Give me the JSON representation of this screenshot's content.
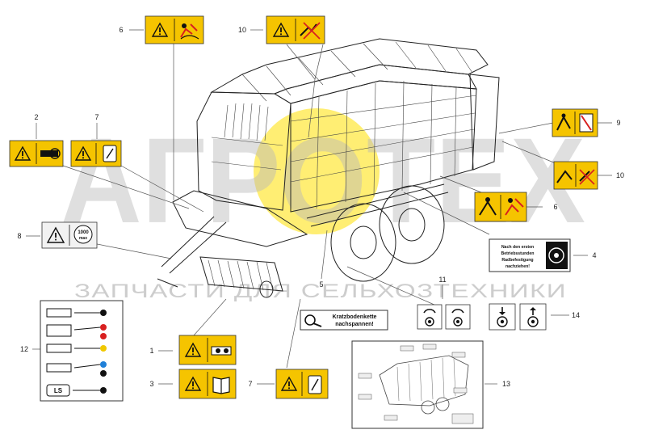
{
  "watermark": {
    "brand": "АГРОТЕХ",
    "subtitle": "ЗАПЧАСТИ ДЛЯ СЕЛЬХОЗТЕХНИКИ"
  },
  "callouts": {
    "c1": "1",
    "c2": "2",
    "c3": "3",
    "c4": "4",
    "c5": "5",
    "c6a": "6",
    "c6b": "6",
    "c7a": "7",
    "c7b": "7",
    "c8": "8",
    "c9": "9",
    "c10a": "10",
    "c10b": "10",
    "c11": "11",
    "c12": "12",
    "c13": "13",
    "c14": "14"
  },
  "labels": {
    "torque_label_lines": [
      "Nach den ersten",
      "Betriebsstunden",
      "Radbefestigung",
      "nachziehen!"
    ],
    "chain_label_lines": [
      "Kratzbodenkette",
      "nachspannen!"
    ],
    "ls_label": "LS",
    "rpm_label": "1000",
    "rpm_unit": "max"
  },
  "colors": {
    "warning_yellow": "#f5c400",
    "watermark_yellow": "#ffe000",
    "line_gray": "#555555",
    "hydraulic_red": "#d82020",
    "hydraulic_blue": "#2080d8",
    "hydraulic_yellow": "#f0c800",
    "hydraulic_black": "#111111"
  },
  "icons": [
    "warning-triangle-icon",
    "pto-shaft-icon",
    "crush-hazard-icon",
    "hand-hazard-icon",
    "book-icon",
    "wheel-nut-icon",
    "wrench-icon",
    "hydraulic-coupler-icon",
    "no-climb-icon",
    "rotation-arrow-icon"
  ]
}
